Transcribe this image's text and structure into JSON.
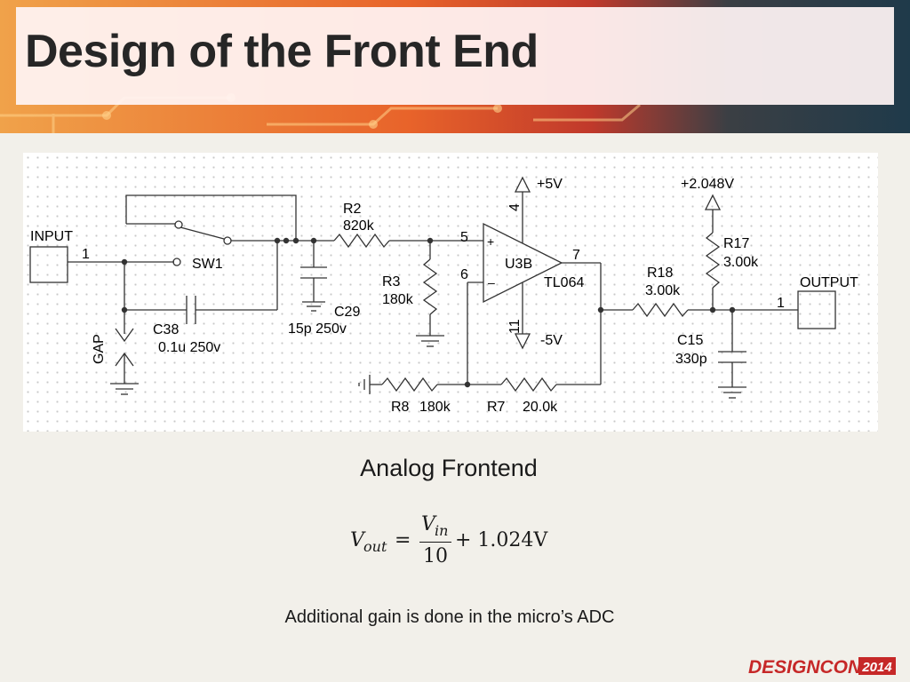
{
  "slide": {
    "title": "Design of the Front End",
    "caption": "Analog Frontend",
    "footnote": "Additional gain is done in the micro’s ADC"
  },
  "equation": {
    "lhs_var": "V",
    "lhs_sub": "out",
    "equals": "=",
    "num_var": "V",
    "num_sub": "in",
    "denominator": "10",
    "rhs": "+ 1.024V"
  },
  "schematic": {
    "labels": {
      "input": "INPUT",
      "input_pin": "1",
      "sw": "SW1",
      "r2": "R2",
      "r2_val": "820k",
      "c29": "C29",
      "c29_val": "15p 250v",
      "c38": "C38",
      "c38_val": "0.1u 250v",
      "gap": "GAP",
      "r3": "R3",
      "r3_val": "180k",
      "pin5": "5",
      "pin6": "6",
      "pin4": "4",
      "pin11": "11",
      "pin7": "7",
      "opamp": "U3B",
      "opamp_part": "TL064",
      "plus": "+",
      "minus": "–",
      "vplus": "+5V",
      "vminus": "-5V",
      "vref": "+2.048V",
      "r17": "R17",
      "r17_val": "3.00k",
      "r18": "R18",
      "r18_val": "3.00k",
      "c15": "C15",
      "c15_val": "330p",
      "output": "OUTPUT",
      "output_pin": "1",
      "r8": "R8",
      "r8_val": "180k",
      "r7": "R7",
      "r7_val": "20.0k"
    }
  },
  "logo": {
    "brand": "DESIGNCON",
    "year": "2014",
    "colors": {
      "brand": "#c62828",
      "year_bg": "#c62828"
    }
  },
  "colors": {
    "banner_orange": "#e8632a",
    "banner_dark": "#1f3a4a",
    "title_text": "#262626"
  }
}
